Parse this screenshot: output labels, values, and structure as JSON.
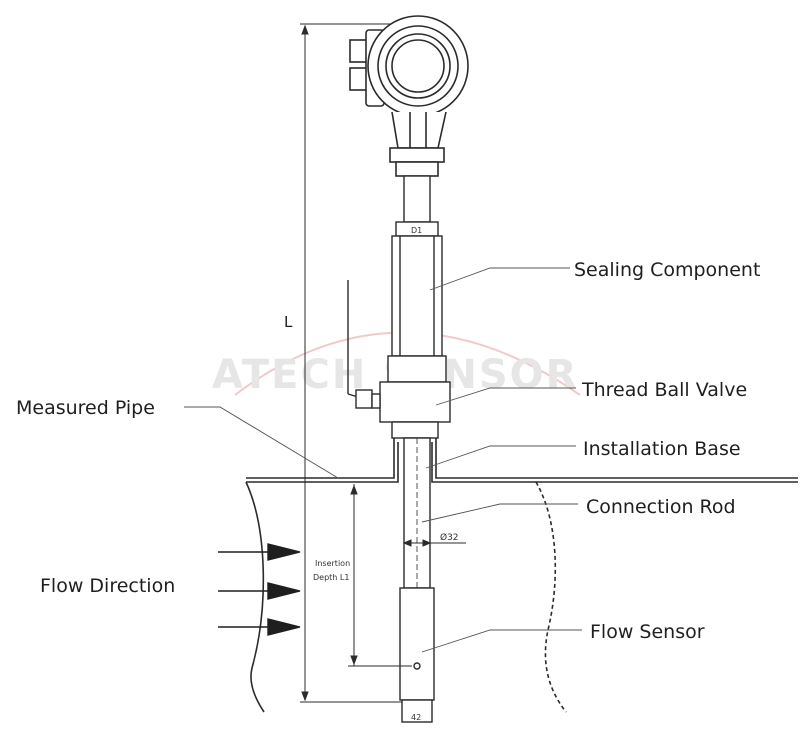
{
  "watermark": "ATECH SENSOR",
  "labels": {
    "sealing_component": "Sealing Component",
    "thread_ball_valve": "Thread Ball Valve",
    "installation_base": "Installation Base",
    "connection_rod": "Connection Rod",
    "flow_sensor": "Flow Sensor",
    "measured_pipe": "Measured Pipe",
    "flow_direction": "Flow Direction"
  },
  "dimensions": {
    "length": "L",
    "diameter_rod": "Ø32",
    "insertion_line1": "Insertion",
    "insertion_line2": "Depth L1",
    "tip_width": "42",
    "top_marker": "D1"
  },
  "colors": {
    "line": "#2b2b2b",
    "leader": "#555555",
    "watermark": "#e2e2e2",
    "watermark_arc": "#f2c9c9"
  }
}
